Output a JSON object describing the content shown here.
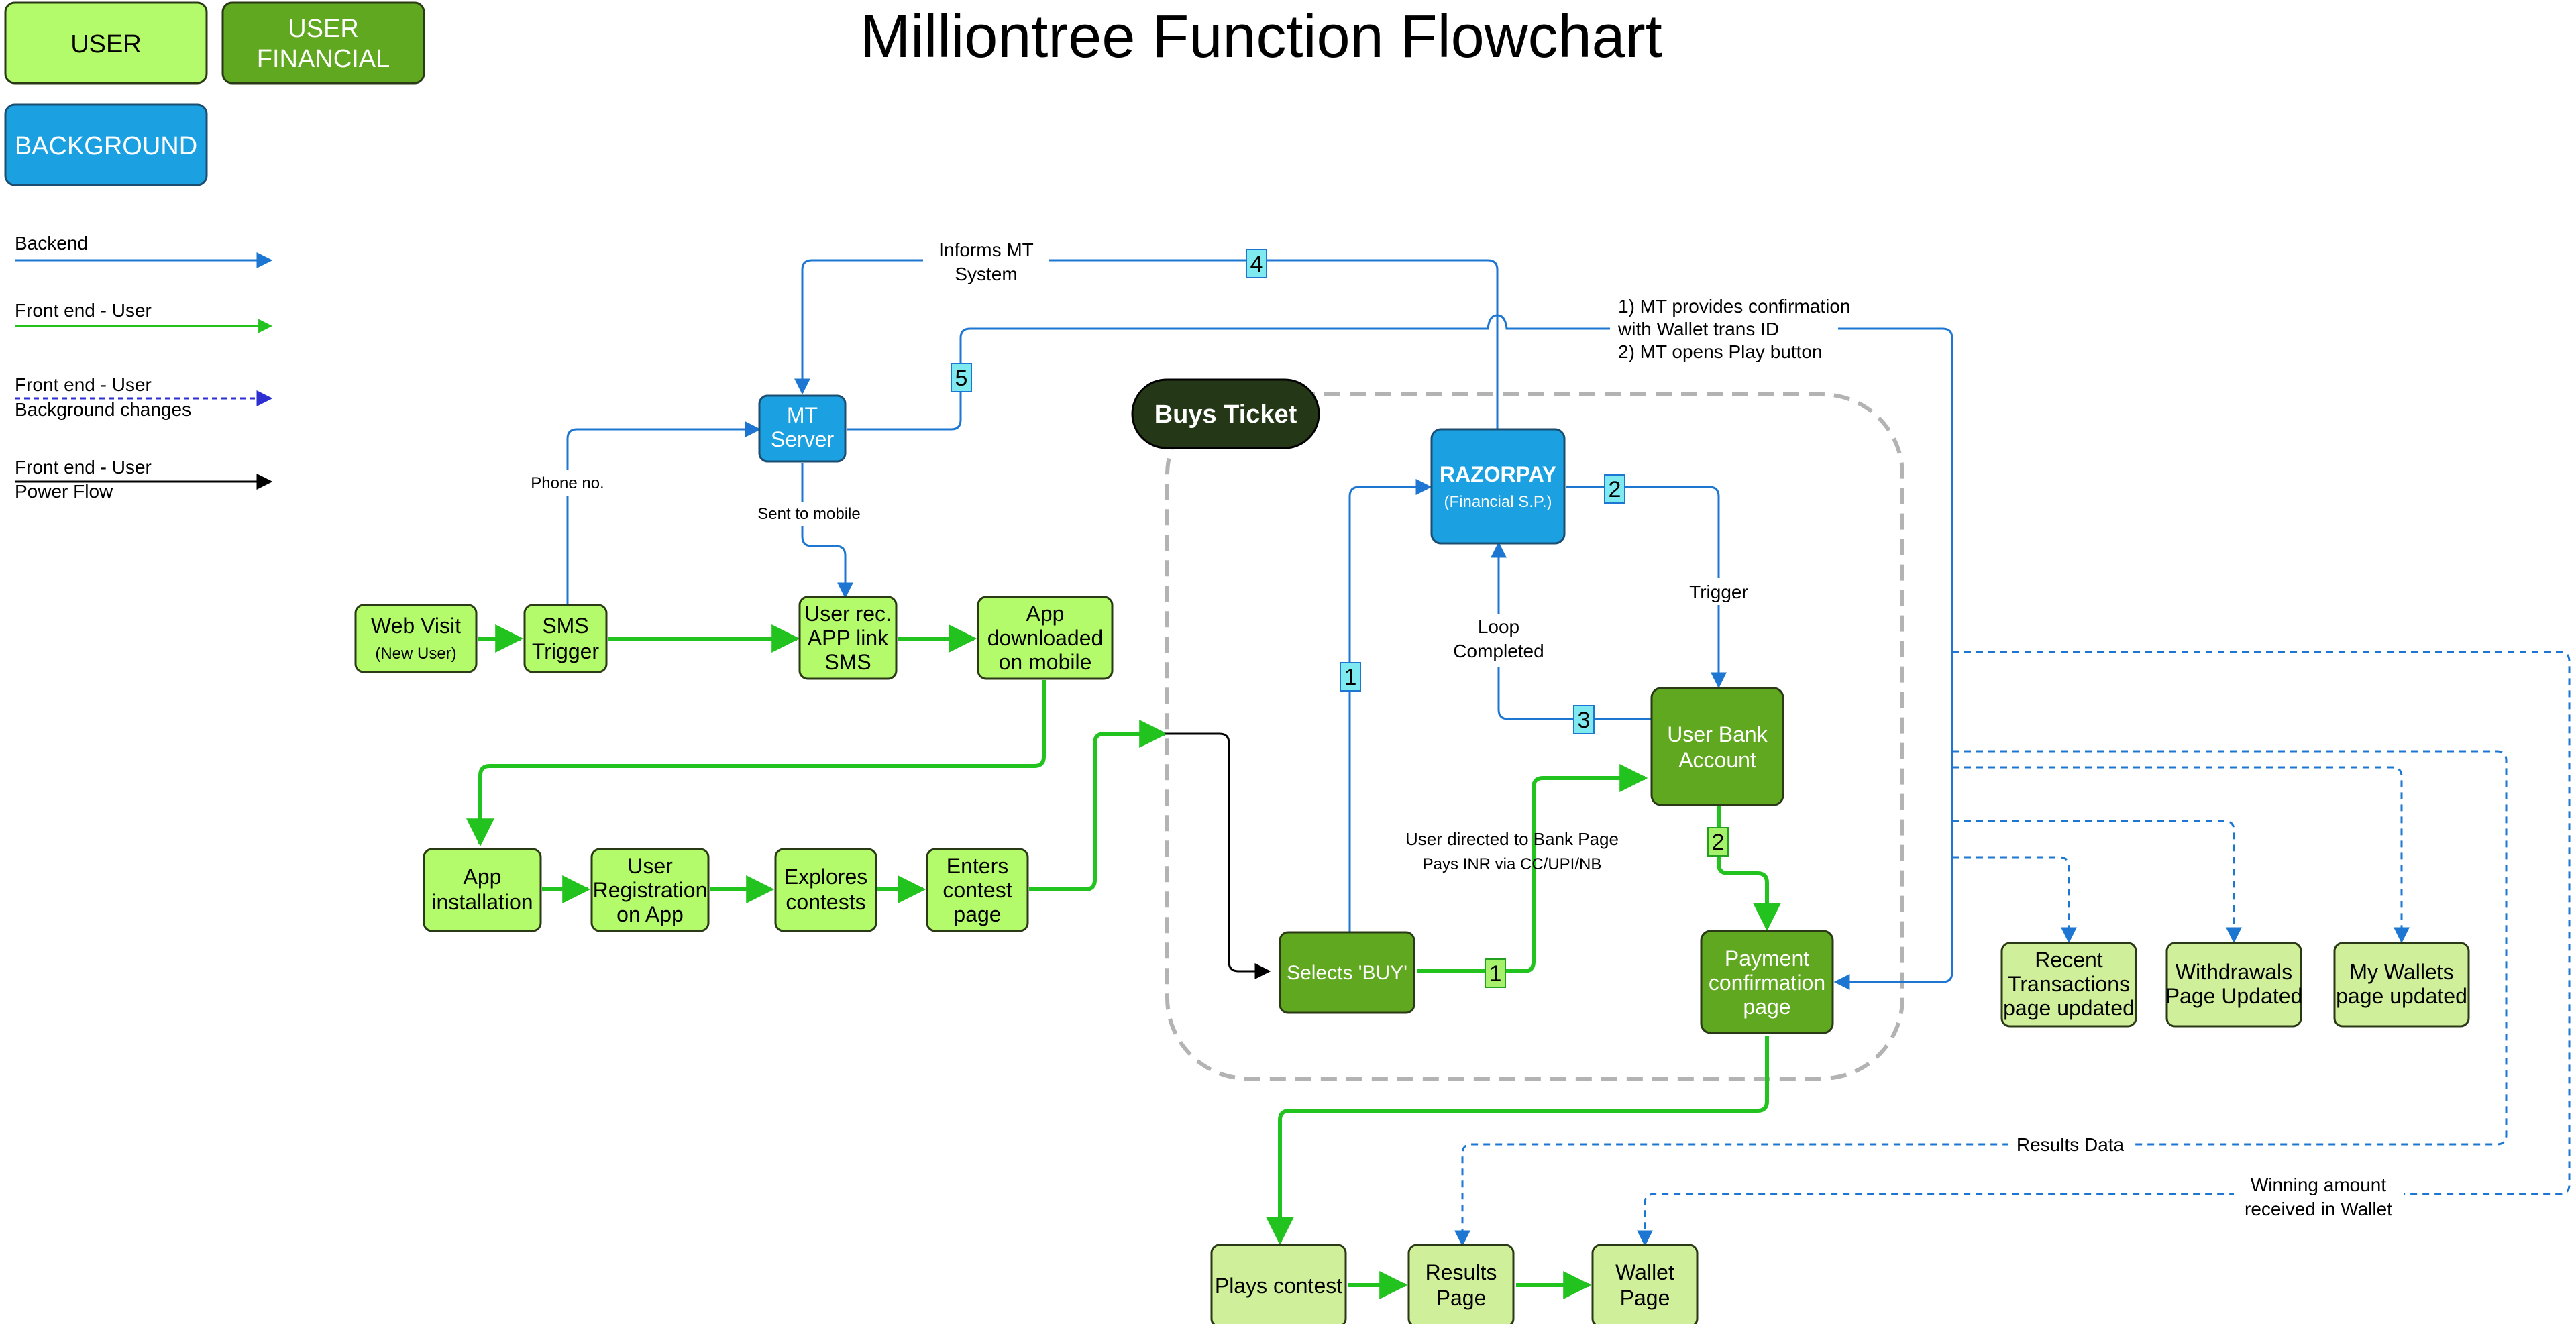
{
  "title": "Milliontree Function Flowchart",
  "colors": {
    "user": "#b3fb6a",
    "user_financial": "#5fa81f",
    "background": "#1ba1e2",
    "light_node": "#d0ef9a",
    "backend_line": "#1d77d2",
    "frontend_line": "#22c31f",
    "dark_pill": "#243817",
    "label_box_blue": "#7ee9ee",
    "label_box_green": "#a6f06c"
  },
  "legend": {
    "user": "USER",
    "user_financial": [
      "USER",
      "FINANCIAL"
    ],
    "background": "BACKGROUND",
    "lines": [
      {
        "label": [
          "Backend"
        ],
        "kind": "backend"
      },
      {
        "label": [
          "Front end - User"
        ],
        "kind": "frontend"
      },
      {
        "label": [
          "Front end - User",
          "Background changes"
        ],
        "kind": "dashed"
      },
      {
        "label": [
          "Front end - User",
          "Power Flow"
        ],
        "kind": "power"
      }
    ]
  },
  "group": {
    "label": "Buys Ticket"
  },
  "nodes": {
    "web_visit": [
      "Web Visit",
      "(New User)"
    ],
    "sms_trigger": [
      "SMS",
      "Trigger"
    ],
    "user_rec": [
      "User rec.",
      "APP link",
      "SMS"
    ],
    "app_downloaded": [
      "App",
      "downloaded",
      "on mobile"
    ],
    "mt_server": [
      "MT",
      "Server"
    ],
    "app_installation": [
      "App",
      "installation"
    ],
    "user_registration": [
      "User",
      "Registration",
      "on App"
    ],
    "explores_contests": [
      "Explores",
      "contests"
    ],
    "enters_contest": [
      "Enters",
      "contest",
      "page"
    ],
    "razorpay": [
      "RAZORPAY",
      "(Financial S.P.)"
    ],
    "user_bank": [
      "User Bank",
      "Account"
    ],
    "selects_buy": [
      "Selects 'BUY'"
    ],
    "payment_confirmation": [
      "Payment",
      "confirmation",
      "page"
    ],
    "recent_transactions": [
      "Recent",
      "Transactions",
      "page updated"
    ],
    "withdrawals": [
      "Withdrawals",
      "Page Updated"
    ],
    "my_wallets": [
      "My Wallets",
      "page updated"
    ],
    "plays_contest": [
      "Plays contest"
    ],
    "results_page": [
      "Results",
      "Page"
    ],
    "wallet_page": [
      "Wallet",
      "Page"
    ]
  },
  "edge_labels": {
    "informs_mt": [
      "Informs MT",
      "System"
    ],
    "phone_no": [
      "Phone no."
    ],
    "sent_to_mobile": [
      "Sent to mobile"
    ],
    "mt_confirmation": [
      "1) MT provides confirmation",
      "with Wallet trans ID",
      "2) MT opens Play button"
    ],
    "trigger": [
      "Trigger"
    ],
    "loop_completed": [
      "Loop",
      "Completed"
    ],
    "bank_page": [
      "User directed to Bank Page",
      "Pays INR via CC/UPI/NB"
    ],
    "results_data": [
      "Results Data"
    ],
    "winning_amount": [
      "Winning amount",
      "received in Wallet"
    ]
  },
  "step_badges": {
    "b4": "4",
    "b5": "5",
    "b2_razor": "2",
    "b1_blue": "1",
    "b3": "3",
    "b2_green": "2",
    "b1_green": "1"
  }
}
